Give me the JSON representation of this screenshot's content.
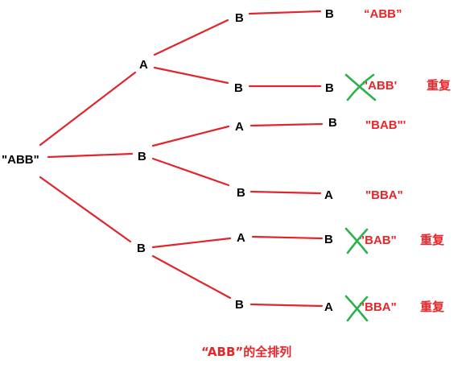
{
  "colors": {
    "edge": "#e0262c",
    "result_text": "#e8262a",
    "node_text": "#000000",
    "cross_mark": "#2bb24c"
  },
  "root": {
    "label": "\"ABB\""
  },
  "level1": [
    {
      "label": "A"
    },
    {
      "label": "B"
    },
    {
      "label": "B"
    }
  ],
  "level2": [
    {
      "label": "B"
    },
    {
      "label": "B"
    },
    {
      "label": "A"
    },
    {
      "label": "B"
    },
    {
      "label": "A"
    },
    {
      "label": "B"
    }
  ],
  "level3": [
    {
      "label": "B"
    },
    {
      "label": "B"
    },
    {
      "label": "B"
    },
    {
      "label": "A"
    },
    {
      "label": "B"
    },
    {
      "label": "A"
    }
  ],
  "results": [
    {
      "label": "“ABB”",
      "duplicate": false,
      "note": ""
    },
    {
      "label": "\"ABB'",
      "duplicate": true,
      "note": "重复"
    },
    {
      "label": "\"BAB\"'",
      "duplicate": false,
      "note": ""
    },
    {
      "label": "\"BBA\"",
      "duplicate": false,
      "note": ""
    },
    {
      "label": "\"BAB\"",
      "duplicate": true,
      "note": "重复"
    },
    {
      "label": "\"BBA\"",
      "duplicate": true,
      "note": "重复"
    }
  ],
  "caption": "“ABB”的全排列"
}
